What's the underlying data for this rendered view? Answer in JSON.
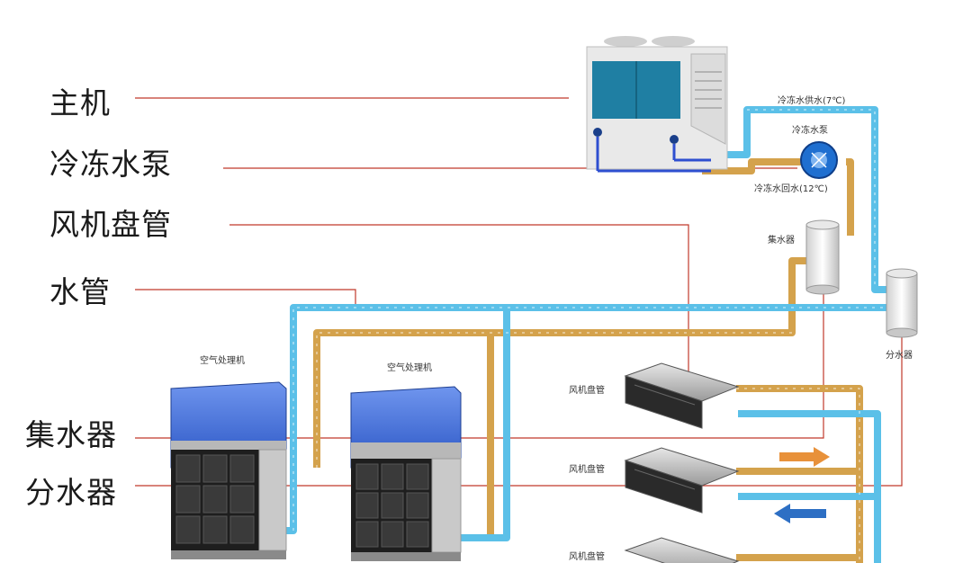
{
  "labels": {
    "host": "主机",
    "chilled_water_pump": "冷冻水泵",
    "fan_coil": "风机盘管",
    "water_pipe": "水管",
    "collector": "集水器",
    "distributor": "分水器"
  },
  "annotations": {
    "supply_water": "冷冻水供水(7℃)",
    "pump": "冷冻水泵",
    "return_water": "冷冻水回水(12℃)",
    "collector": "集水器",
    "distributor": "分水器",
    "ahu_1": "空气处理机",
    "ahu_2": "空气处理机",
    "fcu_1": "风机盘管",
    "fcu_2": "风机盘管",
    "fcu_3": "风机盘管"
  },
  "colors": {
    "supply_pipe": "#5bc0e8",
    "return_pipe": "#d4a24c",
    "leader_line": "#c0392b",
    "ahu_body": "#2f5fd0",
    "flow_arrow_out": "#e8913a",
    "flow_arrow_in": "#2d6fc4"
  }
}
